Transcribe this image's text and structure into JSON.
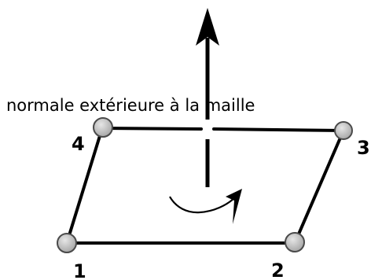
{
  "diagram": {
    "caption": "normale extérieure à la maille",
    "nodes": [
      {
        "label": "1"
      },
      {
        "label": "2"
      },
      {
        "label": "3"
      },
      {
        "label": "4"
      }
    ],
    "colors": {
      "line": "#000000",
      "node_fill": "#c8c8c8",
      "node_stroke": "#4a4a4a",
      "background": "#ffffff"
    }
  }
}
